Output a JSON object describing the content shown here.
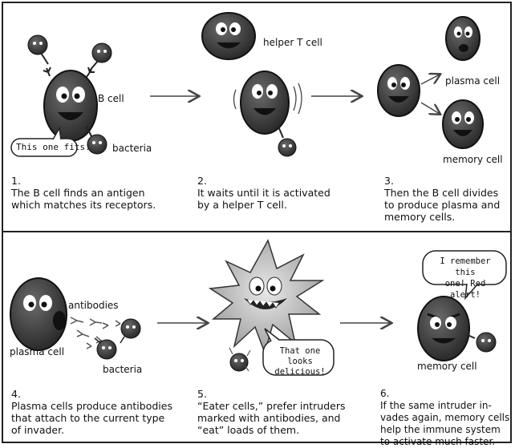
{
  "colors": {
    "cell": "#3f3f3f",
    "cell_dark": "#222222",
    "eye": "#ffffff",
    "pupil": "#111111",
    "line": "#444444",
    "border": "#222222"
  },
  "labels": {
    "b_cell": "B cell",
    "bacteria_1": "bacteria",
    "speech_1": "This one fits!",
    "helper_t_cell": "helper T cell",
    "plasma_cell_top": "plasma cell",
    "memory_cell_top": "memory cell",
    "antibodies": "antibodies",
    "plasma_cell_bottom": "plasma cell",
    "bacteria_4": "bacteria",
    "speech_5": "That one looks\ndelicious!",
    "speech_6": "I remember this\none! Red alert!",
    "memory_cell_bottom": "memory cell"
  },
  "steps": [
    {
      "num": "1.",
      "text": "The B cell finds an antigen\nwhich matches its receptors."
    },
    {
      "num": "2.",
      "text": "It waits until it is activated\nby a helper T cell."
    },
    {
      "num": "3.",
      "text": "Then the B cell divides\nto produce plasma and\nmemory cells."
    },
    {
      "num": "4.",
      "text": "Plasma cells produce antibodies\nthat attach to the current type\nof invader."
    },
    {
      "num": "5.",
      "text": "“Eater cells,” prefer intruders\nmarked with antibodies, and\n“eat” loads of them."
    },
    {
      "num": "6.",
      "text": "If the same intruder in-\nvades again, memory cells\nhelp the immune system\nto activate much faster."
    }
  ],
  "icons": [
    "b-cell-icon",
    "bacteria-icon",
    "helper-t-cell-icon",
    "plasma-cell-icon",
    "memory-cell-icon",
    "antibody-icon",
    "eater-cell-icon",
    "arrow-icon"
  ]
}
